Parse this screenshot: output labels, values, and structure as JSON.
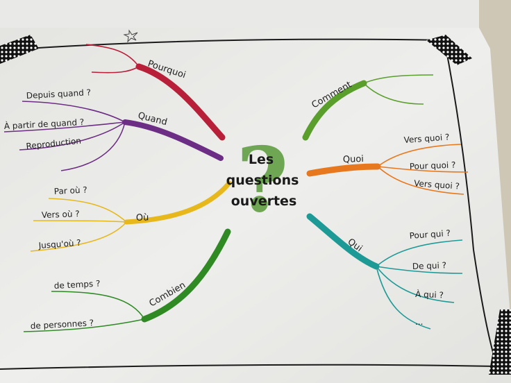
{
  "center": {
    "title_lines": [
      "Les",
      "questions",
      "ouvertes"
    ],
    "mark": "?",
    "mark_color": "#5a9a3a"
  },
  "branches": {
    "pourquoi": {
      "label": "Pourquoi",
      "color": "#b8203a"
    },
    "quand": {
      "label": "Quand",
      "color": "#6c2d84",
      "subs": [
        "Depuis quand ?",
        "À partir de quand ?",
        "Reproduction"
      ]
    },
    "ou": {
      "label": "Où",
      "color": "#e6b81c",
      "subs": [
        "Par où ?",
        "Vers où ?",
        "Jusqu'où ?"
      ]
    },
    "combien": {
      "label": "Combien",
      "color": "#2f8a24",
      "subs": [
        "de temps ?",
        "de personnes ?"
      ]
    },
    "comment": {
      "label": "Comment",
      "color": "#5a9e2c"
    },
    "quoi": {
      "label": "Quoi",
      "color": "#e8781e",
      "subs": [
        "Vers quoi ?",
        "Pour quoi ?",
        "Vers quoi ?"
      ]
    },
    "qui": {
      "label": "Qui",
      "color": "#1e9a96",
      "subs": [
        "Pour qui ?",
        "De qui ?",
        "À qui ?",
        "..."
      ]
    }
  }
}
